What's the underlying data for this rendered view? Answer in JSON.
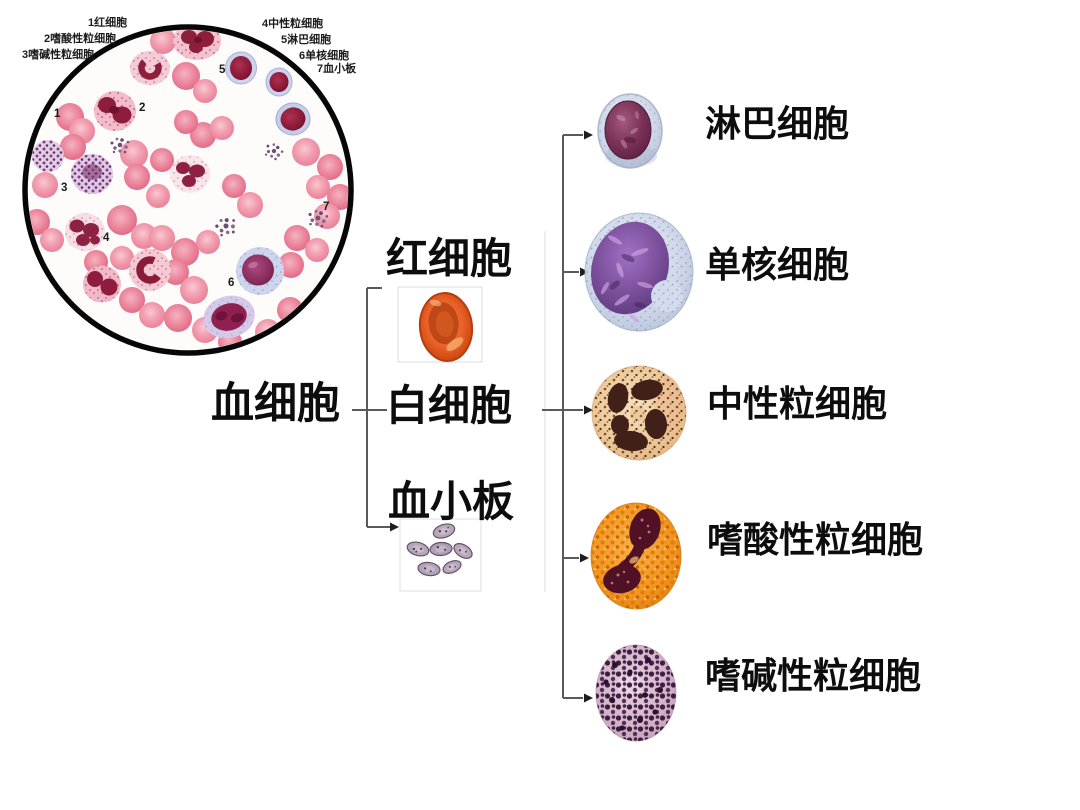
{
  "micrograph": {
    "legend": [
      "1红细胞",
      "2嗜酸性粒细胞",
      "3嗜碱性粒细胞",
      "4中性粒细胞",
      "5淋巴细胞",
      "6单核细胞",
      "7血小板"
    ],
    "markers": [
      "1",
      "2",
      "3",
      "4",
      "5",
      "6",
      "7"
    ]
  },
  "tree": {
    "root_label": "血细胞",
    "branches": [
      {
        "id": "erythrocyte",
        "label": "红细胞"
      },
      {
        "id": "leukocyte",
        "label": "白细胞"
      },
      {
        "id": "platelet",
        "label": "血小板"
      }
    ],
    "wbc_types": [
      {
        "id": "lymphocyte",
        "label": "淋巴细胞"
      },
      {
        "id": "monocyte",
        "label": "单核细胞"
      },
      {
        "id": "neutrophil",
        "label": "中性粒细胞"
      },
      {
        "id": "eosinophil",
        "label": "嗜酸性粒细胞"
      },
      {
        "id": "basophil",
        "label": "嗜碱性粒细胞"
      }
    ]
  },
  "colors": {
    "line": "#5a5a5a",
    "text": "#0d0d0d",
    "rbc_pink": "#ee7f96",
    "red_cell_orange": "#e8622a",
    "lymphocyte_maroon": "#6e2c50",
    "monocyte_purple": "#6b4490",
    "neutrophil_tan": "#ecc999",
    "eosinophil_orange": "#f2951d",
    "basophil_purple": "#33173a"
  }
}
